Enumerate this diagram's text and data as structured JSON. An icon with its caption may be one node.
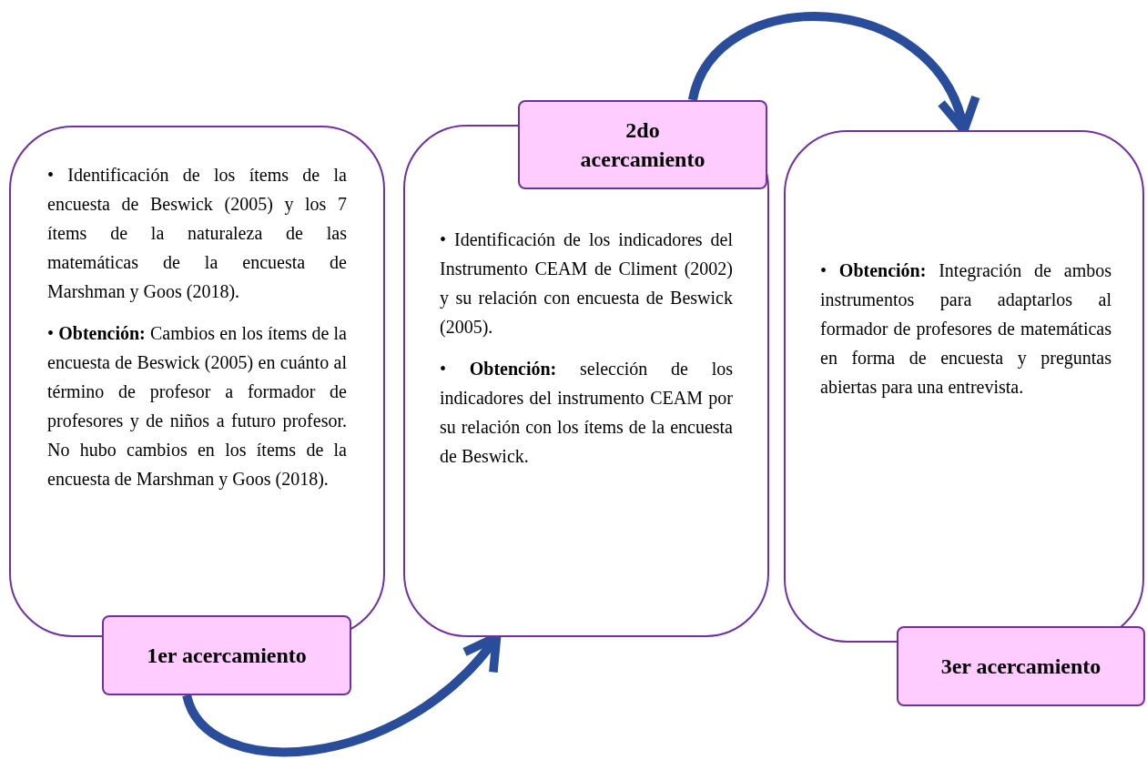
{
  "diagram": {
    "nodes": [
      {
        "text": [
          "• Identificación de los ítems de la encuesta de Beswick (2005) y los 7 ítems de la naturaleza de las matemáticas de la encuesta de Marshman y Goos (2018).",
          "• **Obtención:** Cambios en los ítems de la encuesta de Beswick (2005) en cuánto al término de profesor a formador de profesores y de niños a futuro profesor. No hubo cambios en los ítems de la encuesta de Marshman y Goos (2018)."
        ]
      },
      {
        "text": [
          "1er acercamiento"
        ]
      },
      {
        "text": [
          "2do acercamiento"
        ]
      },
      {
        "text": [
          "• Identificación de los indicadores del Instrumento CEAM de Climent (2002) y su relación con encuesta de Beswick (2005).",
          "• **Obtención:** selección de los indicadores del instrumento CEAM por su relación con los ítems de la encuesta de Beswick."
        ]
      },
      {
        "text": [
          "• **Obtención:** Integración de ambos instrumentos para adaptarlos al formador de profesores de matemáticas en forma de encuesta y preguntas abiertas para una entrevista."
        ]
      },
      {
        "text": [
          "3er acercamiento"
        ]
      }
    ],
    "edges": [
      {
        "from": 1,
        "to": 3,
        "arrow": "to"
      },
      {
        "from": 2,
        "to": 4,
        "arrow": "to"
      }
    ]
  }
}
